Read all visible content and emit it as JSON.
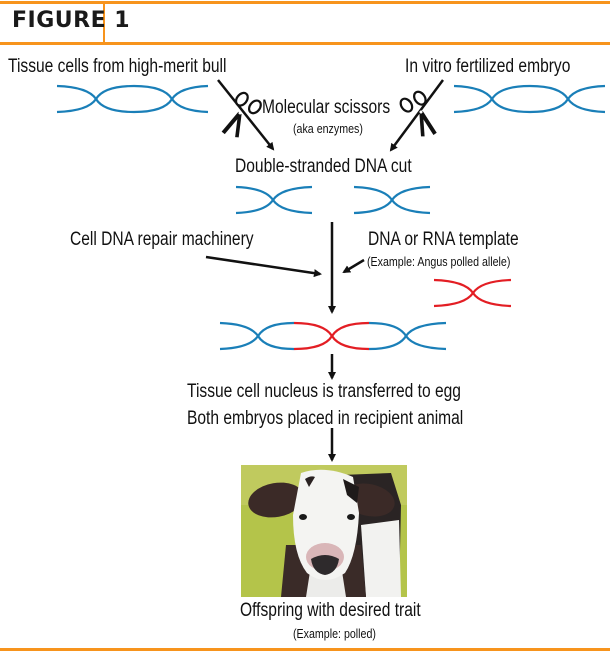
{
  "figure": {
    "title": "FIGURE 1",
    "accent_color": "#F7941D"
  },
  "colors": {
    "dna_blue": "#1A7FB8",
    "dna_red": "#E31E24",
    "arrow": "#111111"
  },
  "labels": {
    "source_left": "Tissue cells from high-merit bull",
    "source_right": "In vitro fertilized embryo",
    "scissors": "Molecular scissors",
    "scissors_note": "(aka enzymes)",
    "cut": "Double-stranded DNA cut",
    "repair": "Cell DNA repair machinery",
    "template": "DNA or RNA template",
    "template_note": "(Example: Angus polled allele)",
    "transfer_line1": "Tissue cell nucleus is transferred to egg",
    "transfer_line2": "Both embryos placed in recipient animal",
    "offspring": "Offspring with desired trait",
    "offspring_note": "(Example: polled)"
  },
  "icons": {
    "scissors_left": "scissors-icon",
    "scissors_right": "scissors-icon"
  },
  "photo": {
    "subject": "black-and-white polled calf in grass field"
  }
}
